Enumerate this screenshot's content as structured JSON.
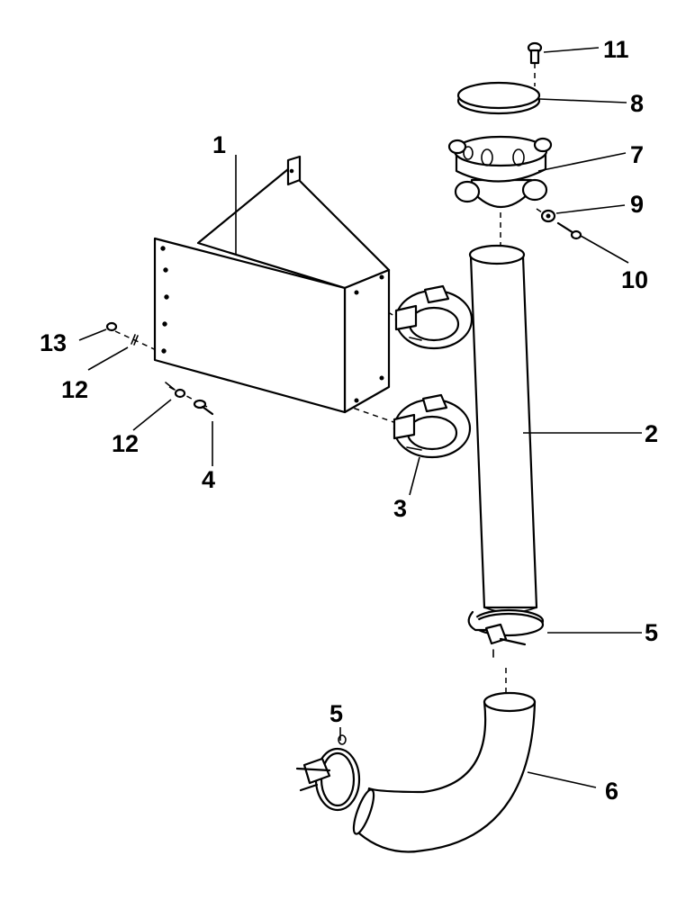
{
  "callouts": {
    "c1": "1",
    "c2": "2",
    "c3": "3",
    "c4": "4",
    "c5a": "5",
    "c5b": "5",
    "c6": "6",
    "c7": "7",
    "c8": "8",
    "c9": "9",
    "c10": "10",
    "c11": "11",
    "c12a": "12",
    "c12b": "12",
    "c13": "13"
  },
  "colors": {
    "line": "#000000",
    "background": "#ffffff"
  }
}
